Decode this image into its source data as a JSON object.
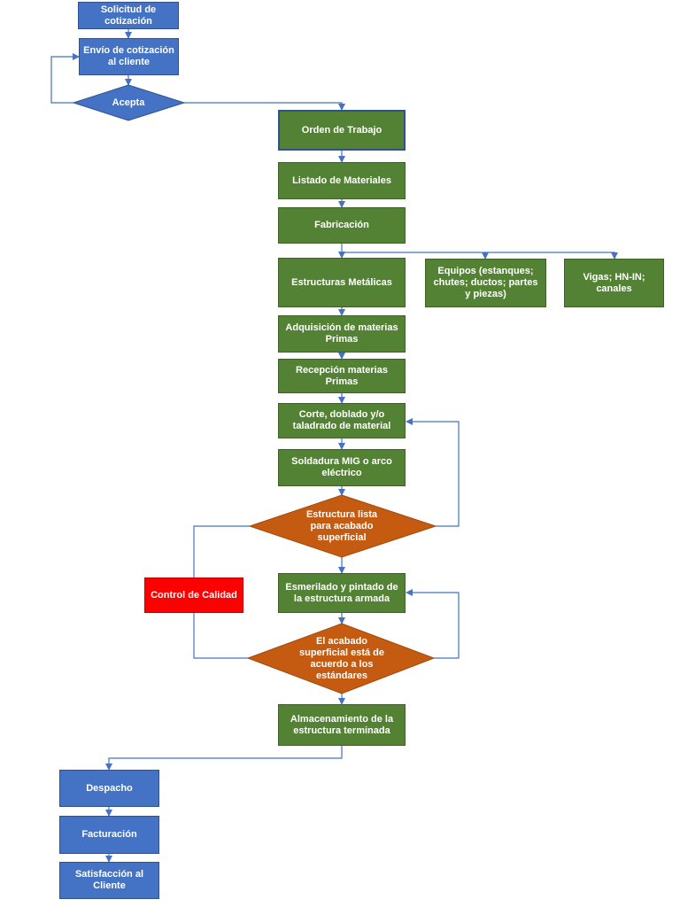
{
  "nodes": {
    "solicitud": "Solicitud de cotización",
    "envio": "Envío de cotización al cliente",
    "acepta": "Acepta",
    "orden": "Orden de Trabajo",
    "listado": "Listado de Materiales",
    "fabricacion": "Fabricación",
    "estructuras": "Estructuras Metálicas",
    "equipos": "Equipos (estanques; chutes; ductos; partes y piezas)",
    "vigas": "Vigas; HN-IN; canales",
    "adquisicion": "Adquisición de materias Primas",
    "recepcion": "Recepción materias Primas",
    "corte": "Corte, doblado y/o taladrado de material",
    "soldadura": "Soldadura  MIG o arco eléctrico",
    "estructura_lista": "Estructura lista para acabado superficial",
    "esmerilado": "Esmerilado y pintado de  la estructura armada",
    "control": "Control de Calidad",
    "acabado": "El acabado superficial está de acuerdo a los estándares",
    "almacenamiento": "Almacenamiento de la estructura terminada",
    "despacho": "Despacho",
    "facturacion": "Facturación",
    "satisfaccion": "Satisfacción al Cliente"
  },
  "colors": {
    "blue": "#4472c4",
    "green": "#548235",
    "orange": "#c55a11",
    "red": "#ff0000",
    "connector": "#4472c4"
  }
}
